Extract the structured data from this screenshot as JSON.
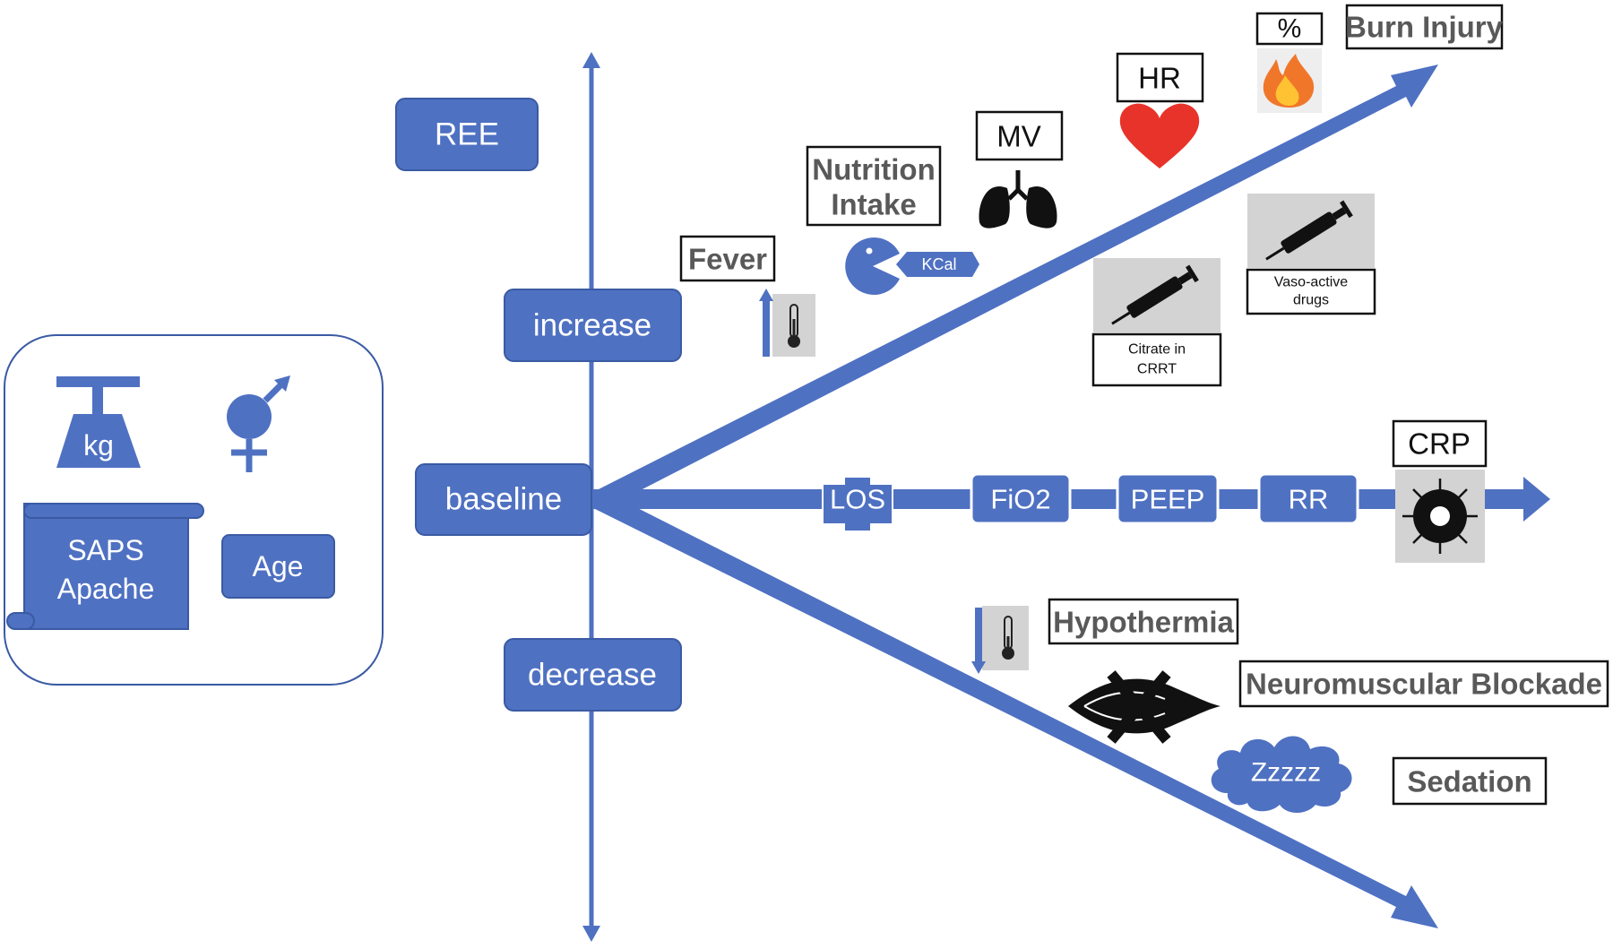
{
  "factors_box": {
    "weight_label": "kg",
    "scores_line1": "SAPS",
    "scores_line2": "Apache",
    "age_label": "Age"
  },
  "axis_labels": {
    "ree": "REE",
    "increase": "increase",
    "baseline": "baseline",
    "decrease": "decrease"
  },
  "increase_factors": {
    "fever": "Fever",
    "nutrition_line1": "Nutrition",
    "nutrition_line2": "Intake",
    "kcal": "KCal",
    "mv": "MV",
    "hr": "HR",
    "percent": "%",
    "burn_injury": "Burn Injury",
    "citrate_line1": "Citrate in",
    "citrate_line2": "CRRT",
    "vaso_line1": "Vaso-active",
    "vaso_line2": "drugs"
  },
  "baseline_factors": {
    "los": "LOS",
    "fio2": "FiO2",
    "peep": "PEEP",
    "rr": "RR",
    "crp": "CRP"
  },
  "decrease_factors": {
    "hypothermia": "Hypothermia",
    "neuromuscular_blockade": "Neuromuscular Blockade",
    "zzz": "Zzzzz",
    "sedation": "Sedation"
  },
  "colors": {
    "primary_blue": "#4f71c2",
    "heart_red": "#e8332a",
    "label_gray": "#595959",
    "icon_bg_gray": "#d3d3d3"
  }
}
